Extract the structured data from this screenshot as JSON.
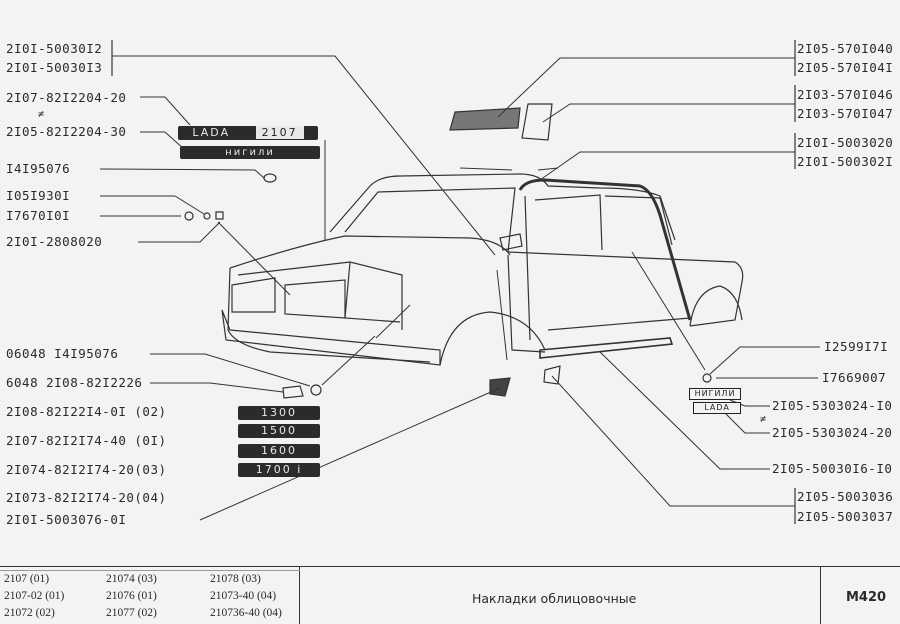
{
  "labels_left": [
    {
      "id": "l1",
      "text": "2I0I-50030I2"
    },
    {
      "id": "l2",
      "text": "2I0I-50030I3"
    },
    {
      "id": "l3",
      "text": "2I07-82I2204-20"
    },
    {
      "id": "l4",
      "text": "2I05-82I2204-30"
    },
    {
      "id": "l5",
      "text": "I4I95076"
    },
    {
      "id": "l6",
      "text": "I05I930I"
    },
    {
      "id": "l7",
      "text": "I7670I0I"
    },
    {
      "id": "l8",
      "text": "2I0I-2808020"
    },
    {
      "id": "l9",
      "text": "06048  I4I95076"
    },
    {
      "id": "l10",
      "text": "6048  2I08-82I2226"
    },
    {
      "id": "l11",
      "text": "2I08-82I22I4-0I (02)"
    },
    {
      "id": "l12",
      "text": "2I07-82I2I74-40 (0I)"
    },
    {
      "id": "l13",
      "text": "2I074-82I2I74-20(03)"
    },
    {
      "id": "l14",
      "text": "2I073-82I2I74-20(04)"
    },
    {
      "id": "l15",
      "text": "2I0I-5003076-0I"
    }
  ],
  "labels_right": [
    {
      "id": "r1",
      "text": "2I05-570I040"
    },
    {
      "id": "r2",
      "text": "2I05-570I04I"
    },
    {
      "id": "r3",
      "text": "2I03-570I046"
    },
    {
      "id": "r4",
      "text": "2I03-570I047"
    },
    {
      "id": "r5",
      "text": "2I0I-5003020"
    },
    {
      "id": "r6",
      "text": "2I0I-500302I"
    },
    {
      "id": "r7",
      "text": "I2599I7I"
    },
    {
      "id": "r8",
      "text": "I7669007"
    },
    {
      "id": "r9",
      "text": "2I05-5303024-I0"
    },
    {
      "id": "r10",
      "text": "2I05-5303024-20"
    },
    {
      "id": "r11",
      "text": "2I05-50030I6-I0"
    },
    {
      "id": "r12",
      "text": "2I05-5003036"
    },
    {
      "id": "r13",
      "text": "2I05-5003037"
    }
  ],
  "badges": {
    "lada_2107_left": "LADA",
    "lada_2107_right": "2107",
    "nigmili": "нигили",
    "b1300": "1300",
    "b1500": "1500",
    "b1600": "1600",
    "b1700": "1700 i",
    "small_nigmili": "НИГИЛИ",
    "small_lada": "LADA"
  },
  "footer": {
    "col1": [
      "2107 (01)",
      "2107-02 (01)",
      "21072 (02)"
    ],
    "col2": [
      "21074 (03)",
      "21076 (01)",
      "21077 (02)"
    ],
    "col3": [
      "21078 (03)",
      "21073-40 (04)",
      "210736-40 (04)"
    ],
    "title": "Накладки облицовочные",
    "code": "М420"
  }
}
